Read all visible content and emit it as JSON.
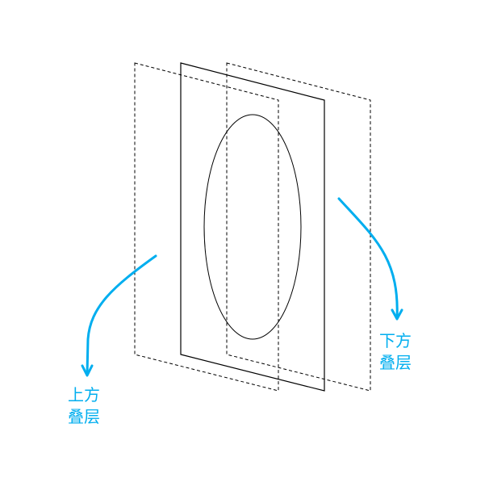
{
  "colors": {
    "accent": "#00aeef",
    "line": "#000000"
  },
  "labels": {
    "upper_overlay": {
      "line1": "上方",
      "line2": "叠层"
    },
    "lower_overlay": {
      "line1": "下方",
      "line2": "叠层"
    }
  }
}
